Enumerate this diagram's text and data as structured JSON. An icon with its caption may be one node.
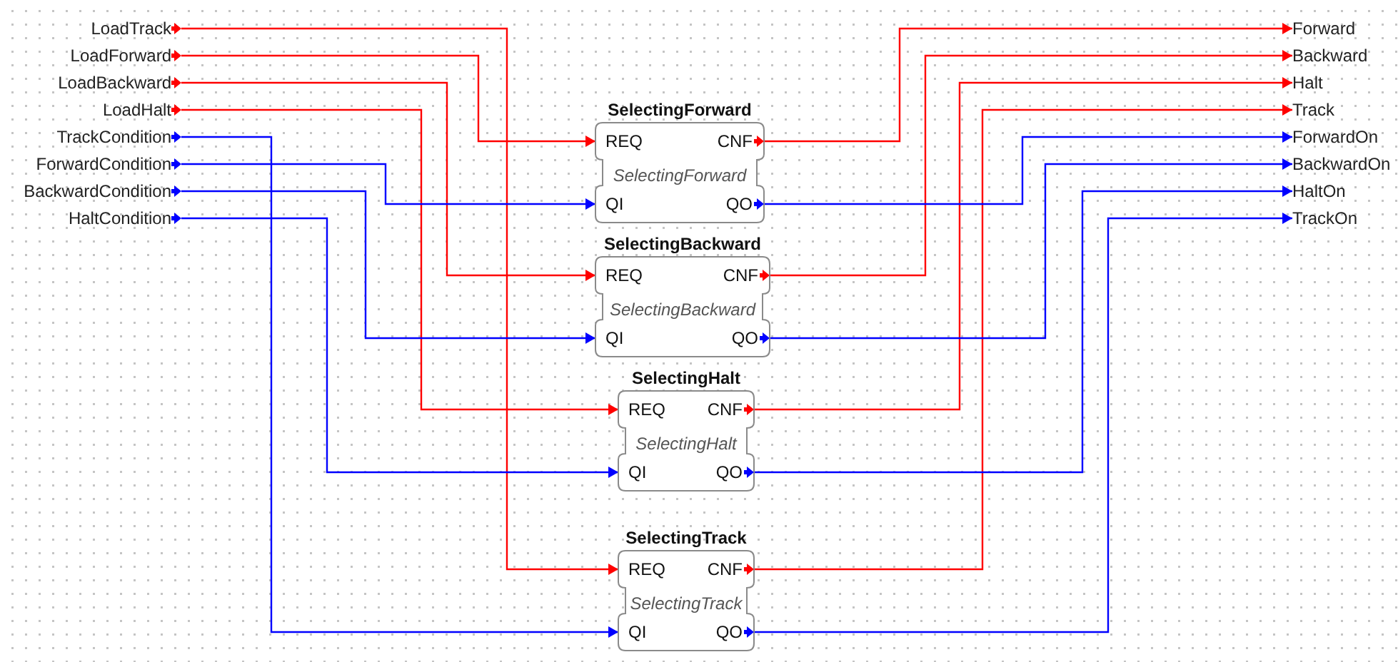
{
  "diagram": {
    "nodes": [
      {
        "text": [
          "LoadTrack"
        ]
      },
      {
        "text": [
          "LoadForward"
        ]
      },
      {
        "text": [
          "LoadBackward"
        ]
      },
      {
        "text": [
          "LoadHalt"
        ]
      },
      {
        "text": [
          "TrackCondition"
        ]
      },
      {
        "text": [
          "ForwardCondition"
        ]
      },
      {
        "text": [
          "BackwardCondition"
        ]
      },
      {
        "text": [
          "HaltCondition"
        ]
      },
      {
        "text": [
          "SelectingForward",
          "SelectingForward"
        ]
      },
      {
        "text": [
          "REQ"
        ],
        "in": 8
      },
      {
        "text": [
          "CNF"
        ],
        "in": 8
      },
      {
        "text": [
          "QI"
        ],
        "in": 8
      },
      {
        "text": [
          "QO"
        ],
        "in": 8
      },
      {
        "text": [
          "SelectingBackward",
          "SelectingBackward"
        ]
      },
      {
        "text": [
          "REQ"
        ],
        "in": 13
      },
      {
        "text": [
          "CNF"
        ],
        "in": 13
      },
      {
        "text": [
          "QI"
        ],
        "in": 13
      },
      {
        "text": [
          "QO"
        ],
        "in": 13
      },
      {
        "text": [
          "SelectingHalt",
          "SelectingHalt"
        ]
      },
      {
        "text": [
          "REQ"
        ],
        "in": 18
      },
      {
        "text": [
          "CNF"
        ],
        "in": 18
      },
      {
        "text": [
          "QI"
        ],
        "in": 18
      },
      {
        "text": [
          "QO"
        ],
        "in": 18
      },
      {
        "text": [
          "SelectingTrack",
          "SelectingTrack"
        ]
      },
      {
        "text": [
          "REQ"
        ],
        "in": 23
      },
      {
        "text": [
          "CNF"
        ],
        "in": 23
      },
      {
        "text": [
          "QI"
        ],
        "in": 23
      },
      {
        "text": [
          "QO"
        ],
        "in": 23
      },
      {
        "text": [
          "Forward"
        ]
      },
      {
        "text": [
          "Backward"
        ]
      },
      {
        "text": [
          "Halt"
        ]
      },
      {
        "text": [
          "Track"
        ]
      },
      {
        "text": [
          "ForwardOn"
        ]
      },
      {
        "text": [
          "BackwardOn"
        ]
      },
      {
        "text": [
          "HaltOn"
        ]
      },
      {
        "text": [
          "TrackOn"
        ]
      }
    ],
    "edges": [
      {
        "from": 0,
        "to": 24,
        "arrow": "to",
        "color": "#ff0000"
      },
      {
        "from": 1,
        "to": 9,
        "arrow": "to",
        "color": "#ff0000"
      },
      {
        "from": 2,
        "to": 14,
        "arrow": "to",
        "color": "#ff0000"
      },
      {
        "from": 3,
        "to": 19,
        "arrow": "to",
        "color": "#ff0000"
      },
      {
        "from": 4,
        "to": 26,
        "arrow": "to",
        "color": "#0000ff"
      },
      {
        "from": 5,
        "to": 11,
        "arrow": "to",
        "color": "#0000ff"
      },
      {
        "from": 6,
        "to": 16,
        "arrow": "to",
        "color": "#0000ff"
      },
      {
        "from": 7,
        "to": 21,
        "arrow": "to",
        "color": "#0000ff"
      },
      {
        "from": 10,
        "to": 28,
        "arrow": "to",
        "color": "#ff0000"
      },
      {
        "from": 15,
        "to": 29,
        "arrow": "to",
        "color": "#ff0000"
      },
      {
        "from": 20,
        "to": 30,
        "arrow": "to",
        "color": "#ff0000"
      },
      {
        "from": 25,
        "to": 31,
        "arrow": "to",
        "color": "#ff0000"
      },
      {
        "from": 12,
        "to": 32,
        "arrow": "to",
        "color": "#0000ff"
      },
      {
        "from": 17,
        "to": 33,
        "arrow": "to",
        "color": "#0000ff"
      },
      {
        "from": 22,
        "to": 34,
        "arrow": "to",
        "color": "#0000ff"
      },
      {
        "from": 27,
        "to": 35,
        "arrow": "to",
        "color": "#0000ff"
      }
    ]
  }
}
